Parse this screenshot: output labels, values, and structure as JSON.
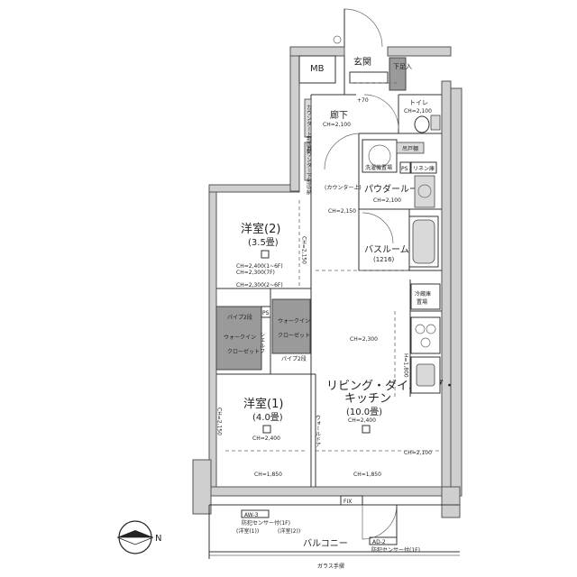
{
  "rooms": {
    "entrance": "玄関",
    "shoe_box": "下足入",
    "mb": "MB",
    "hallway": "廊下",
    "hallway_ch": "CH=2,100",
    "toilet": "トイレ",
    "toilet_ch": "CH=2,100",
    "powder_room": "パウダールーム",
    "powder_ch": "CH=2,100",
    "laundry": "洗濯機置場",
    "linen": "リネン庫",
    "bath": "バスルーム",
    "bath_size": "(1216)",
    "western2": "洋室(2)",
    "western2_size": "(3.5畳)",
    "western2_ch1": "CH=2,400(1~6F)",
    "western2_ch2": "CH=2,300(7F)",
    "western2_ch3": "CH=2,300(2~6F)",
    "wic_left": "ウォークイン",
    "wic_left2": "クローゼット",
    "wic_right": "ウォークイン",
    "wic_right2": "クローゼット",
    "pipe1": "パイプ2段",
    "pipe2": "パイプ2段",
    "shelf": "シェルフ",
    "western1": "洋室(1)",
    "western1_size": "(4.0畳)",
    "western1_ch": "CH=2,400",
    "ldk": "リビング・ダイニング・",
    "ldk2": "キッチン",
    "ldk_size": "(10.0畳)",
    "ldk_ch": "CH=2,400",
    "ldk_ch2": "CH=2,300",
    "ldk_ch3": "CH=2,100",
    "fridge": "冷蔵庫",
    "fridge2": "置場",
    "counter": "(カウンター上)",
    "counter_side": "カウンター上部収納",
    "storage_side": "カウンター下部収納",
    "cabinet": "吊戸棚",
    "balcony": "バルコニー",
    "glass_rail": "ガラス手摺",
    "sensor1": "防犯センサー付(1F)",
    "sensor1_rooms": "(洋室(1))",
    "sensor1_rooms2": "(洋室(2))",
    "sensor2": "防犯センサー付(1F)",
    "aw3": "AW-3",
    "ad2": "AD-2",
    "fix": "FIX",
    "ps1": "PS",
    "ps2": "PS",
    "ch_2150_a": "CH=2,150",
    "ch_2150_b": "CH=2,150",
    "ch_2150_c": "CH=2,150",
    "ch_1850_a": "CH=1,850",
    "ch_1850_b": "CH=1,850",
    "ch_2100_wall": "CH=2,100",
    "ch_1800": "H=1,800",
    "wall_door": "ウォールドア",
    "plus70": "+70",
    "north": "N"
  }
}
